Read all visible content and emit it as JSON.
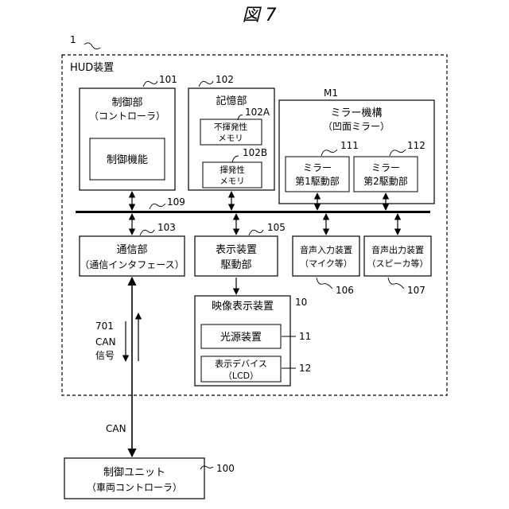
{
  "figure_title": "図 7",
  "hud": {
    "ref": "1",
    "label": "HUD装置"
  },
  "controller": {
    "ref": "101",
    "line1": "制御部",
    "line2": "（コントローラ）",
    "function_label": "制御機能"
  },
  "memory": {
    "ref": "102",
    "label": "記憶部",
    "nonvolatile": {
      "ref": "102A",
      "line1": "不揮発性",
      "line2": "メモリ"
    },
    "volatile": {
      "ref": "102B",
      "line1": "揮発性",
      "line2": "メモリ"
    }
  },
  "mirror": {
    "ref": "M1",
    "line1": "ミラー機構",
    "line2": "（凹面ミラー）",
    "drive1": {
      "ref": "111",
      "line1": "ミラー",
      "line2": "第1駆動部"
    },
    "drive2": {
      "ref": "112",
      "line1": "ミラー",
      "line2": "第2駆動部"
    }
  },
  "bus": {
    "ref": "109"
  },
  "comm": {
    "ref": "103",
    "line1": "通信部",
    "line2": "（通信インタフェース）"
  },
  "display_driver": {
    "ref": "105",
    "line1": "表示装置",
    "line2": "駆動部"
  },
  "audio_in": {
    "ref": "106",
    "line1": "音声入力装置",
    "line2": "（マイク等）"
  },
  "audio_out": {
    "ref": "107",
    "line1": "音声出力装置",
    "line2": "（スピーカ等）"
  },
  "image_display": {
    "ref": "10",
    "label": "映像表示装置",
    "light_source": {
      "ref": "11",
      "label": "光源装置"
    },
    "display_device": {
      "ref": "12",
      "line1": "表示デバイス",
      "line2": "（LCD）"
    }
  },
  "signal": {
    "ref": "701",
    "line1": "CAN",
    "line2": "信号"
  },
  "can_label": "CAN",
  "vehicle_controller": {
    "ref": "100",
    "line1": "制御ユニット",
    "line2": "（車両コントローラ）"
  }
}
